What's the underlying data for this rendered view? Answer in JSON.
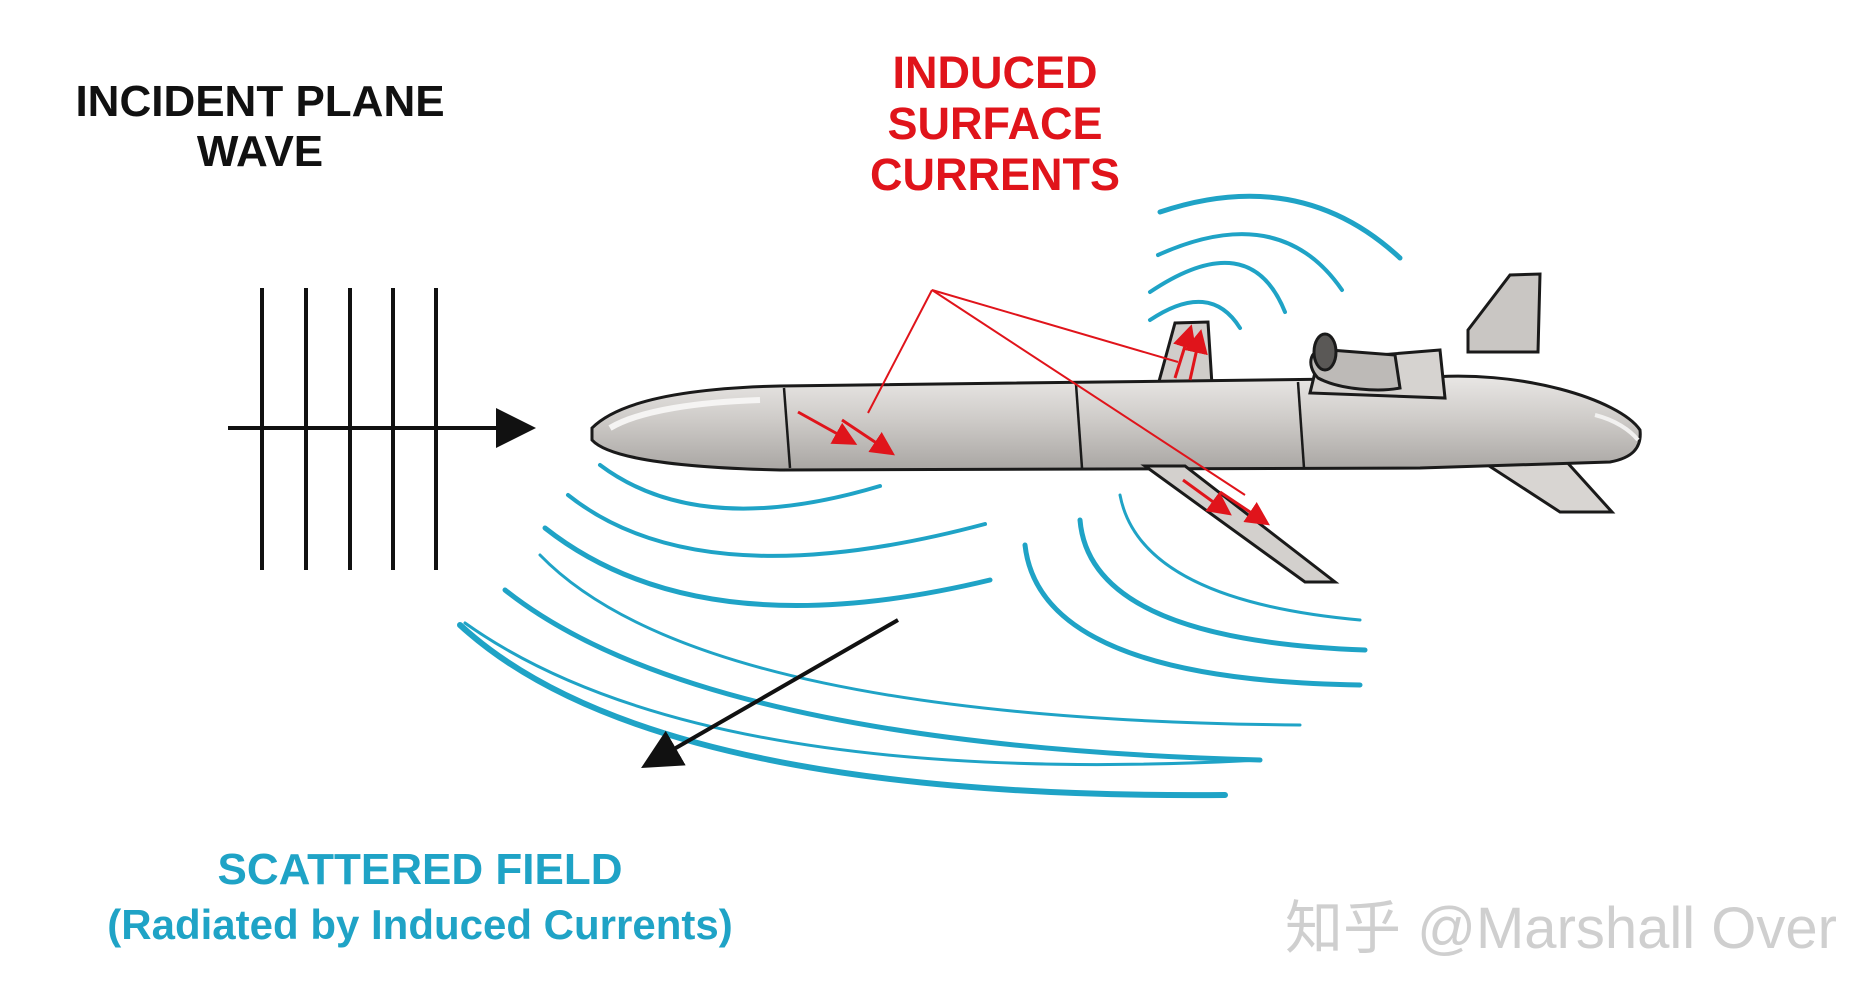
{
  "colors": {
    "incident": "#111111",
    "induced": "#e0141b",
    "scattered": "#1fa3c6",
    "missile_body": "#cbc8c5",
    "watermark": "#cfcfcf"
  },
  "labels": {
    "incident": [
      "INCIDENT PLANE",
      "WAVE"
    ],
    "induced": [
      "INDUCED",
      "SURFACE",
      "CURRENTS"
    ],
    "scattered_title": "SCATTERED FIELD",
    "scattered_subtitle": "(Radiated by Induced Currents)"
  },
  "watermark": "知乎 @Marshall Over",
  "icons": [
    "missile-icon",
    "incident-wave-icon",
    "scattered-arrow-icon"
  ]
}
